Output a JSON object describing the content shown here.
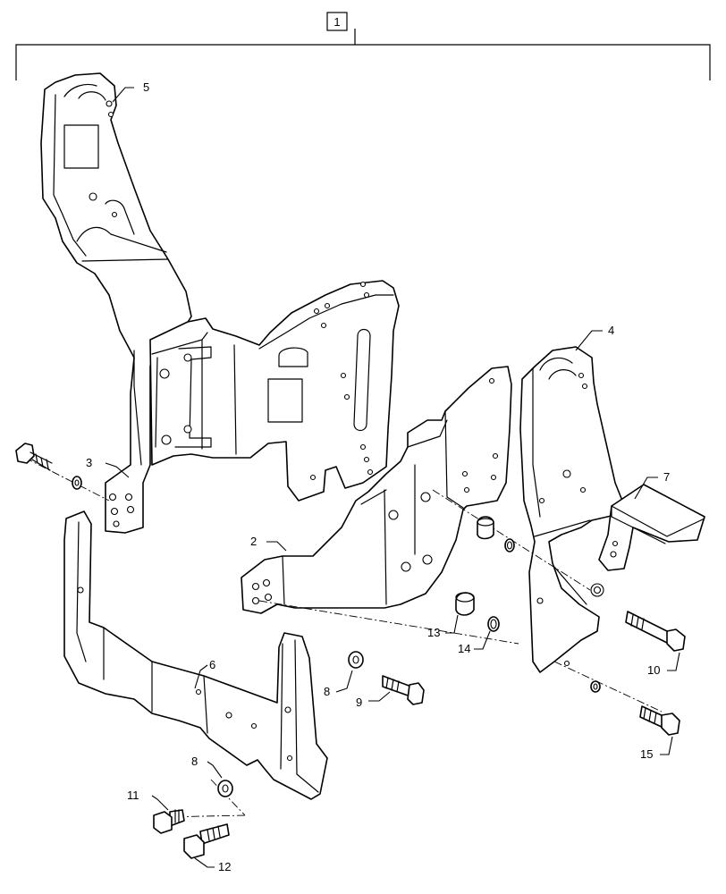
{
  "assembly_callout": "1",
  "callouts": {
    "c2": "2",
    "c3": "3",
    "c4": "4",
    "c5": "5",
    "c6": "6",
    "c7": "7",
    "c8a": "8",
    "c8b": "8",
    "c9": "9",
    "c10": "10",
    "c11": "11",
    "c12": "12",
    "c13": "13",
    "c14": "14",
    "c15": "15"
  }
}
